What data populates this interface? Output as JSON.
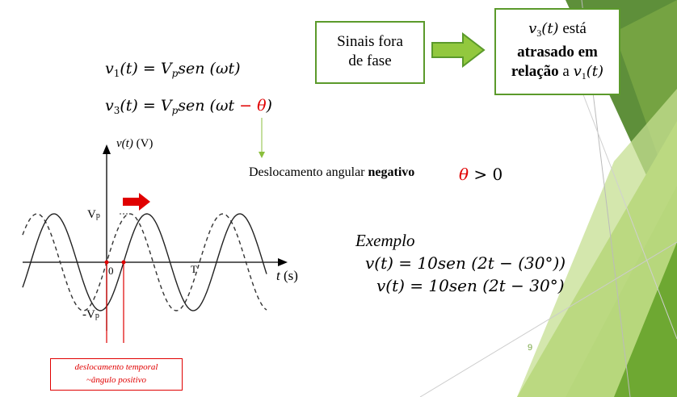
{
  "slide": {
    "box_left": {
      "line1": "Sinais fora",
      "line2": "de fase"
    },
    "box_right": {
      "v": "v",
      "sub": "3",
      "arg": "(t)",
      "tail1": " está",
      "bold": "atrasado em",
      "bold2": "relação",
      "tail2": " a ",
      "v1": "v",
      "v1sub": "1",
      "v1arg": "(t)"
    },
    "eq1": {
      "lhs": "v",
      "lhs_sub": "1",
      "lhs_arg": "(t) = ",
      "vp": "V",
      "vp_sub": "p",
      "rhs": "sen (ωt)"
    },
    "eq3": {
      "lhs": "v",
      "lhs_sub": "3",
      "lhs_arg": "(t) = ",
      "vp": "V",
      "vp_sub": "p",
      "rhs_a": "sen (ωt ",
      "minus_theta": "− θ",
      "rhs_b": ")"
    },
    "desloc": {
      "text": "Deslocamento angular ",
      "bold": "negativo",
      "theta": "θ",
      "gt": " > 0"
    },
    "graph": {
      "ylabel_i": "v(t)",
      "ylabel_u": " (V)",
      "vp": "V",
      "vp_sub": "p",
      "nvp": "-V",
      "nvp_sub": "p",
      "zero": "0",
      "T": "T",
      "xlabel_i": "t",
      "xlabel_u": " (s)"
    },
    "note": {
      "line1": "deslocamento temporal",
      "line2": "~ângulo positivo"
    },
    "exemplo": {
      "title": "Exemplo",
      "line1": "v(t) = 10sen (2t − (30°))",
      "line2": "v(t) = 10sen (2t − 30°)"
    },
    "page_number": "9",
    "colors": {
      "green": "#5b9a2b",
      "red": "#e00000",
      "accent_light": "#c8e08a"
    }
  }
}
